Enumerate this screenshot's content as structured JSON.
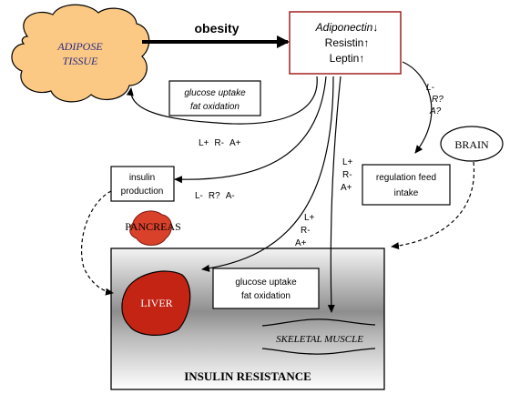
{
  "adipose": {
    "line1": "ADIPOSE",
    "line2": "TISSUE"
  },
  "obesity_label": "obesity",
  "hormones": [
    {
      "name": "Adiponectin",
      "arrow": "↓"
    },
    {
      "name": "Resistin",
      "arrow": "↑"
    },
    {
      "name": "Leptin",
      "arrow": "↑"
    }
  ],
  "feedback_box": {
    "line1": "glucose uptake",
    "line2": "fat oxidation"
  },
  "effects": {
    "adipose_loop": [
      "L+",
      "R-",
      "A+"
    ],
    "pancreas": [
      "L-",
      "R?",
      "A-"
    ],
    "liver": [
      "L+",
      "R-",
      "A+"
    ],
    "muscle": [
      "L+",
      "R-",
      "A+"
    ],
    "brain": [
      "L-",
      "R?",
      "A?"
    ]
  },
  "brain_label": "BRAIN",
  "brain_box": {
    "line1": "regulation feed",
    "line2": "intake"
  },
  "insulin_box": {
    "line1": "insulin",
    "line2": "production"
  },
  "pancreas_label": "PANCREAS",
  "liver_label": "LIVER",
  "liver_box": {
    "line1": "glucose uptake",
    "line2": "fat oxidation"
  },
  "muscle_label": "SKELETAL MUSCLE",
  "insulin_resistance": "INSULIN RESISTANCE"
}
